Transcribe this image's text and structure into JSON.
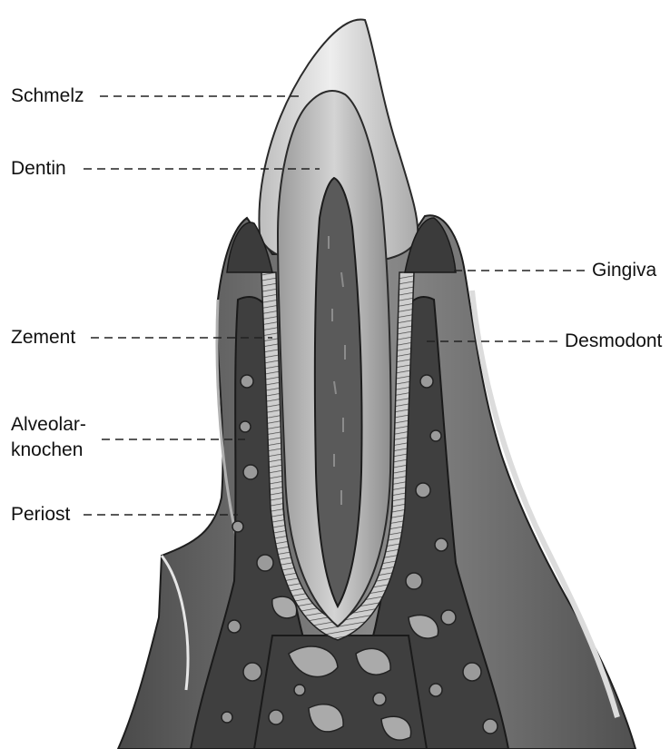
{
  "labels": {
    "schmelz": "Schmelz",
    "dentin": "Dentin",
    "gingiva": "Gingiva",
    "zement": "Zement",
    "desmodont": "Desmodont",
    "alveolar_line1": "Alveolar-",
    "alveolar_line2": "knochen",
    "periost": "Periost"
  },
  "colors": {
    "text": "#111111",
    "enamel": "#d9d9d9",
    "dentin": "#bdbdbd",
    "pulp": "#5c5c5c",
    "gingiva": "#6b6b6b",
    "bone": "#3a3a3a",
    "background": "#ffffff"
  }
}
